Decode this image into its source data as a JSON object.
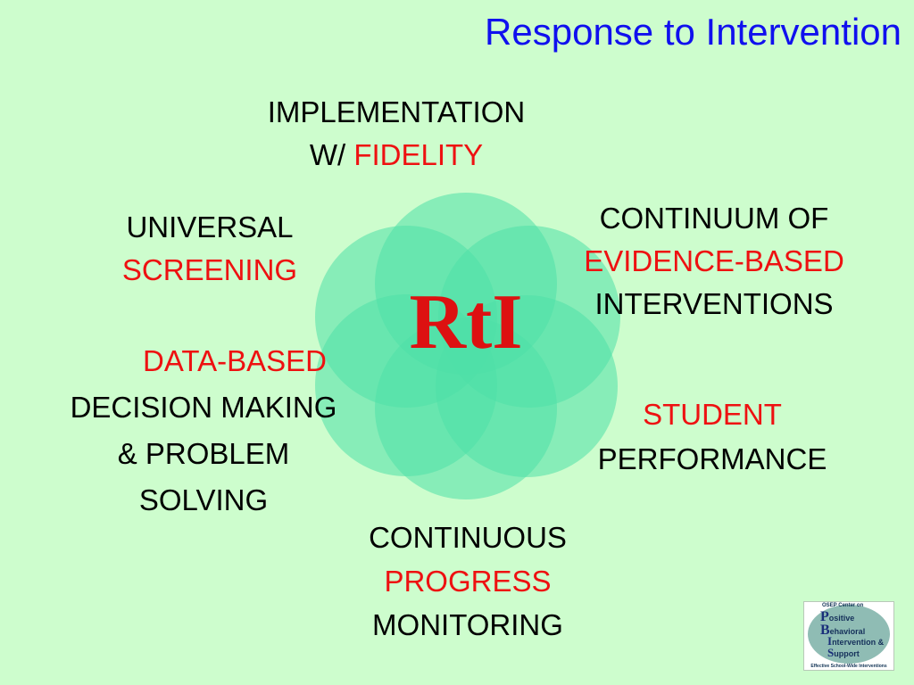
{
  "title": "Response to Intervention",
  "center_label": "RtI",
  "colors": {
    "background": "#cdfdcd",
    "title": "#1010ee",
    "highlight": "#ee1111",
    "petal": "#4fe0a8",
    "center_text": "#dd1111"
  },
  "labels": {
    "implementation": {
      "line1": "IMPLEMENTATION",
      "line2_prefix": "W/ ",
      "line2_highlight": "FIDELITY"
    },
    "universal": {
      "line1": "UNIVERSAL",
      "line2_highlight": "SCREENING"
    },
    "continuum": {
      "line1": "CONTINUUM OF",
      "line2_highlight": "EVIDENCE-BASED",
      "line3": "INTERVENTIONS"
    },
    "data_based": {
      "line1_highlight": "DATA-BASED",
      "line2": "DECISION MAKING",
      "line3": "& PROBLEM",
      "line4": "SOLVING"
    },
    "student": {
      "line1_highlight": "STUDENT",
      "line2": "PERFORMANCE"
    },
    "progress": {
      "line1": "CONTINUOUS",
      "line2_highlight": "PROGRESS",
      "line3": "MONITORING"
    }
  },
  "logo": {
    "header": "OSEP Center on",
    "line_p": "ositive",
    "line_b": "ehavioral",
    "line_i": "ntervention",
    "amp": "&",
    "line_s": "upport",
    "letter_p": "P",
    "letter_b": "B",
    "letter_i": "I",
    "letter_s": "S",
    "footer": "Effective School-Wide Interventions"
  }
}
